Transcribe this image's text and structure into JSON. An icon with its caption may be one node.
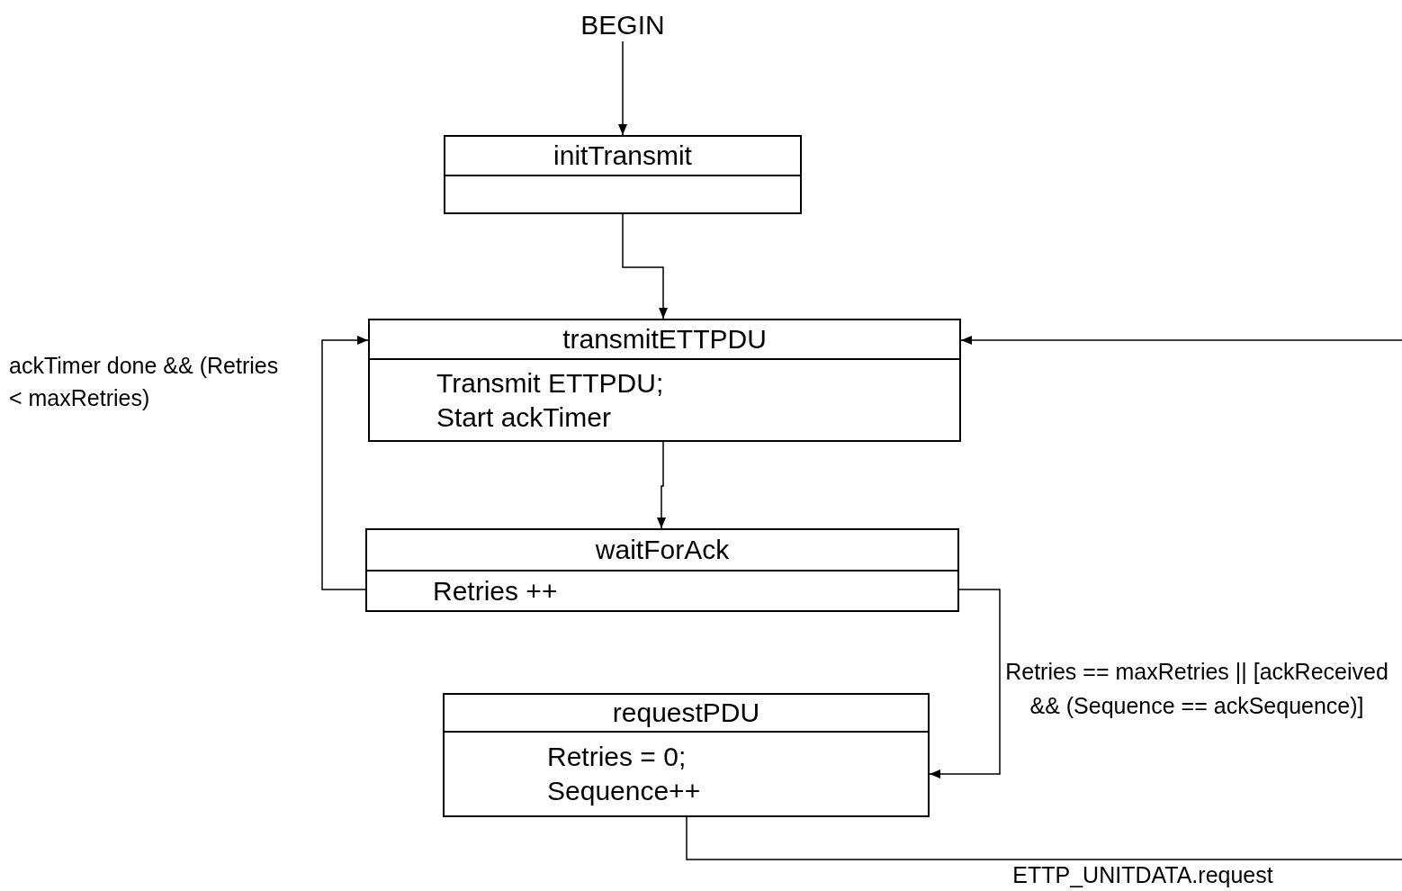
{
  "diagram": {
    "nodes": [
      {
        "text": [
          "BEGIN"
        ]
      },
      {
        "text": [
          "initTransmit"
        ]
      },
      {
        "text": [
          "transmitETTPDU",
          "Transmit ETTPDU;",
          "Start ackTimer"
        ]
      },
      {
        "text": [
          "waitForAck",
          "Retries ++"
        ]
      },
      {
        "text": [
          "requestPDU",
          "Retries = 0;",
          "Sequence++"
        ]
      }
    ],
    "edges": [
      {
        "from": 0,
        "to": 1,
        "arrow": "to"
      },
      {
        "from": 1,
        "to": 2,
        "arrow": "to"
      },
      {
        "from": 2,
        "to": 3,
        "arrow": "to"
      },
      {
        "from": 3,
        "to": 2,
        "arrow": "to",
        "label": "ackTimer done && (Retries < maxRetries)"
      },
      {
        "from": 3,
        "to": 4,
        "arrow": "to",
        "label": "Retries == maxRetries || [ackReceived && (Sequence == ackSequence)]"
      },
      {
        "from": 4,
        "to": null,
        "arrow": "none",
        "label": "ETTP_UNITDATA.request"
      },
      {
        "from": null,
        "to": 2,
        "arrow": "to"
      }
    ]
  }
}
